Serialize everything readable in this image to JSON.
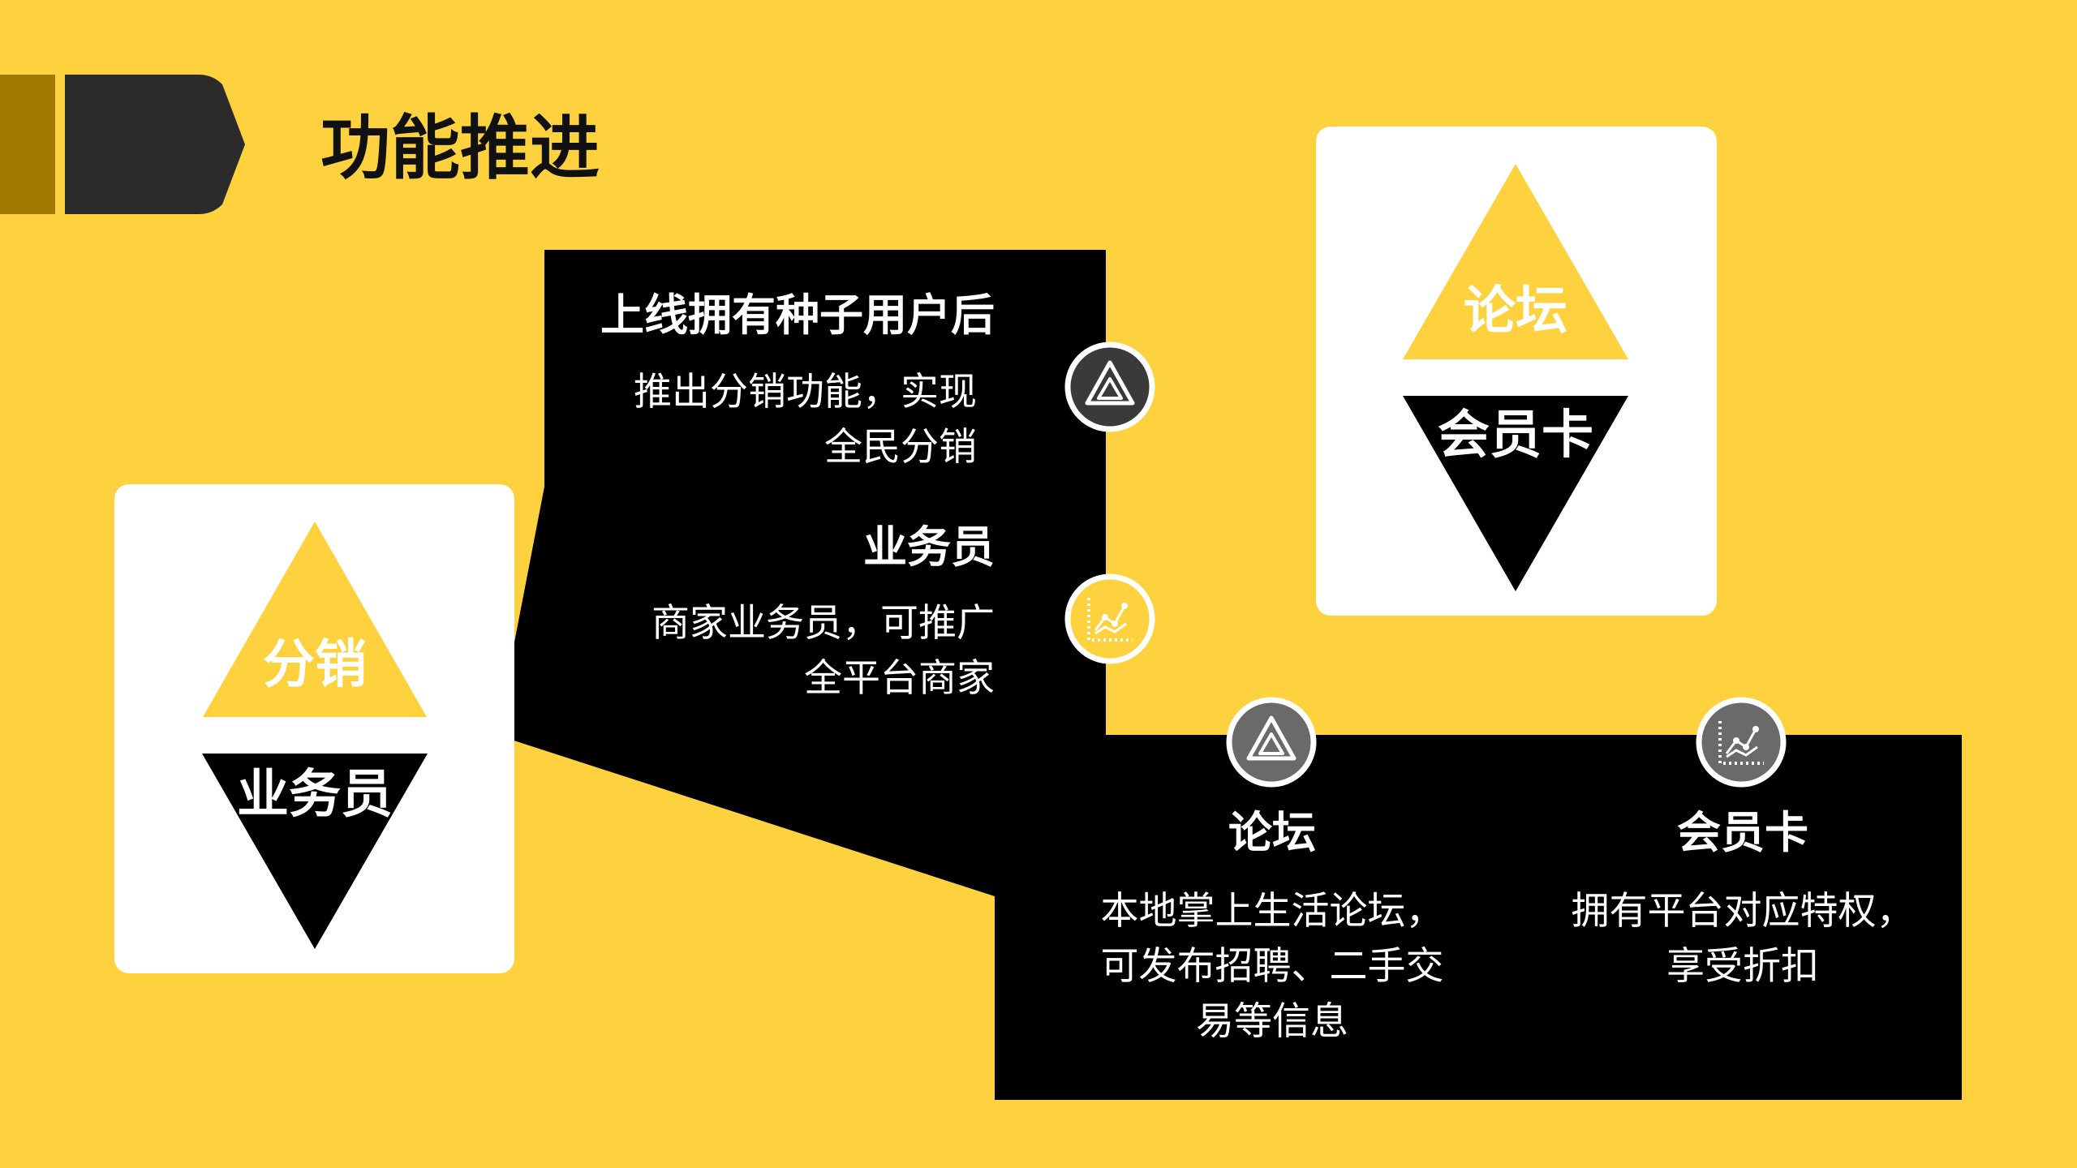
{
  "page": {
    "title": "功能推进"
  },
  "left_card": {
    "top_label": "分销",
    "bottom_label": "业务员"
  },
  "right_card": {
    "top_label": "论坛",
    "bottom_label": "会员卡"
  },
  "upper_panel": {
    "items": [
      {
        "heading": "上线拥有种子用户后",
        "line1": "推出分销功能，实现",
        "line2": "全民分销",
        "icon": "triangle-logo-icon"
      },
      {
        "heading": "业务员",
        "line1": "商家业务员，可推广",
        "line2": "全平台商家",
        "icon": "scatter-chart-icon"
      }
    ]
  },
  "lower_panel": {
    "items": [
      {
        "heading": "论坛",
        "line1": "本地掌上生活论坛，",
        "line2": "可发布招聘、二手交",
        "line3": "易等信息",
        "icon": "triangle-logo-icon"
      },
      {
        "heading": "会员卡",
        "line1": "拥有平台对应特权，",
        "line2": "享受折扣",
        "icon": "scatter-chart-icon"
      }
    ]
  },
  "colors": {
    "background": "#FDD23E",
    "black": "#000000",
    "header_bar_dark": "#2B2B2B",
    "header_bar_gold": "#A07A00",
    "card": "#FFFFFF",
    "icon_gray": "#3A3A3A",
    "icon_yellow": "#FDD23E"
  }
}
